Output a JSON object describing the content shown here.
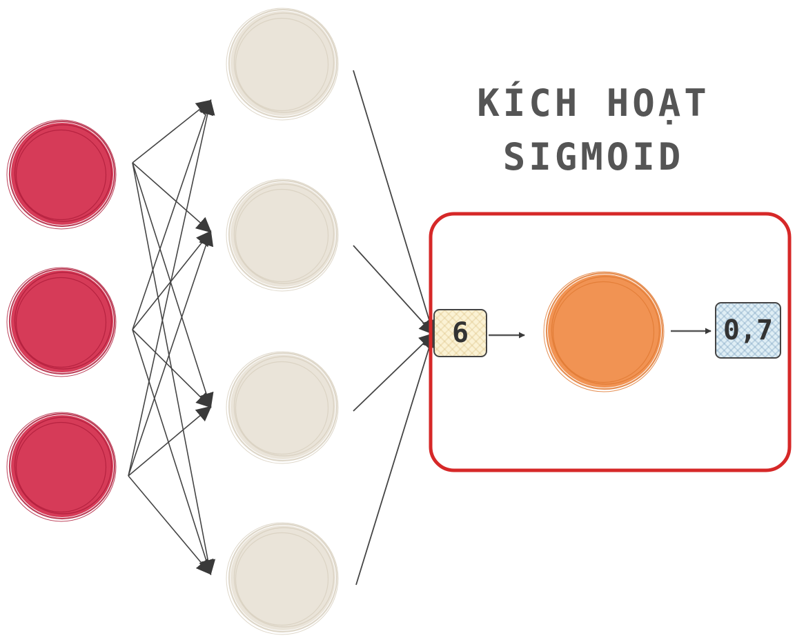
{
  "title": {
    "line1": "KÍCH HOẠT",
    "line2": "SIGMOID"
  },
  "activation": {
    "input_value": "6",
    "output_value": "0,7"
  },
  "layers": {
    "input_count": 3,
    "hidden_count": 4,
    "output_count": 1
  },
  "colors": {
    "input_node": "#d22a4a",
    "hidden_node": "#e8e2d6",
    "output_node": "#f08a44",
    "highlight_frame": "#d62828",
    "edge": "#444444",
    "title_text": "#555555"
  }
}
